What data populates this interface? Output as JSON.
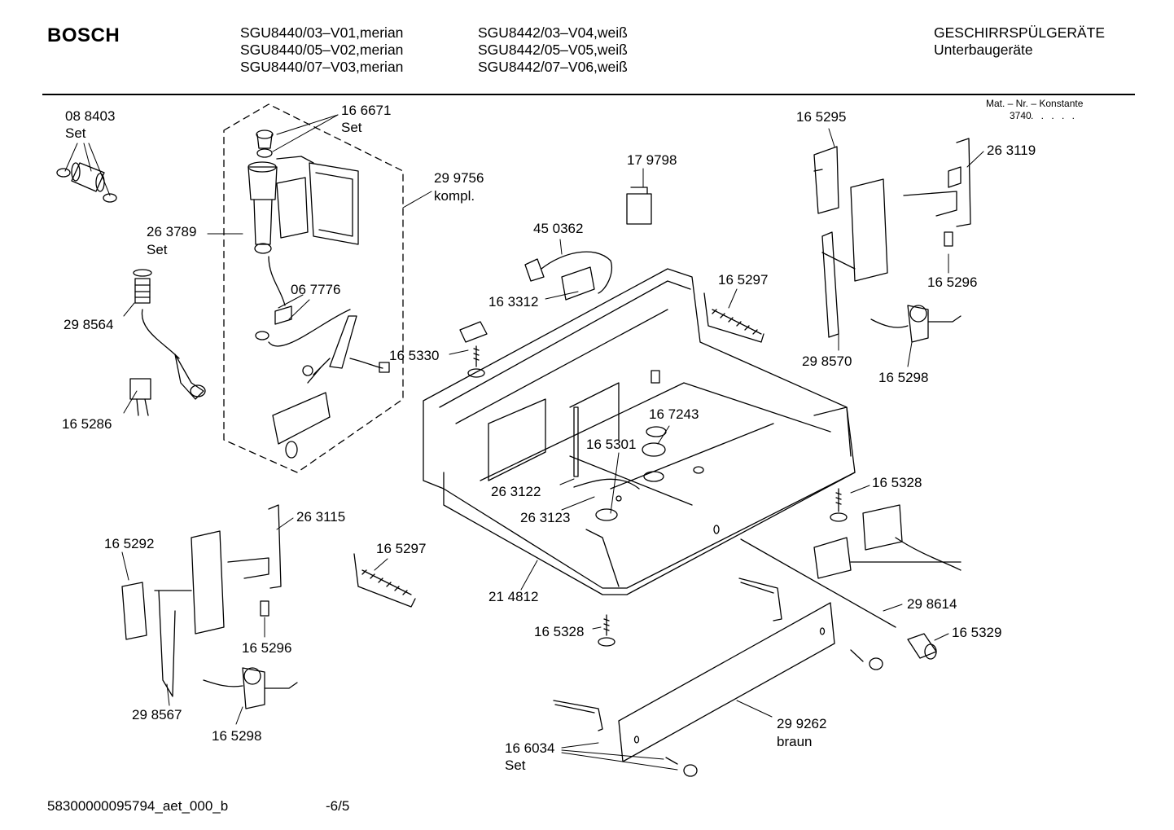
{
  "header": {
    "brand": "BOSCH",
    "models_left": [
      "SGU8440/03–V01,merian",
      "SGU8440/05–V02,merian",
      "SGU8440/07–V03,merian"
    ],
    "models_right": [
      "SGU8442/03–V04,weiß",
      "SGU8442/05–V05,weiß",
      "SGU8442/07–V06,weiß"
    ],
    "category": "GESCHIRRSPÜLGERÄTE",
    "subcategory": "Unterbaugeräte",
    "mat_label": "Mat. – Nr. – Konstante",
    "mat_value": "3740",
    "mat_dots": ". . . . ."
  },
  "labels": {
    "p088403": "08 8403",
    "p088403_set": "Set",
    "p166671": "16 6671",
    "p166671_set": "Set",
    "p299756": "29 9756",
    "p299756_kompl": "kompl.",
    "p263789": "26 3789",
    "p263789_set": "Set",
    "p067776": "06 7776",
    "p298564": "29 8564",
    "p165286": "16 5286",
    "p179798": "17 9798",
    "p450362": "45 0362",
    "p163312": "16 3312",
    "p165330": "16 5330",
    "p165297a": "16 5297",
    "p165295": "16 5295",
    "p263119": "26 3119",
    "p165296a": "16 5296",
    "p298570": "29 8570",
    "p165298a": "16 5298",
    "p167243": "16 7243",
    "p165301": "16 5301",
    "p263122": "26 3122",
    "p263123": "26 3123",
    "p165328a": "16 5328",
    "p263115": "26 3115",
    "p165292": "16 5292",
    "p165297b": "16 5297",
    "p165296b": "16 5296",
    "p298567": "29 8567",
    "p165298b": "16 5298",
    "p214812": "21 4812",
    "p165328b": "16 5328",
    "p298614": "29 8614",
    "p165329": "16 5329",
    "p299262": "29 9262",
    "p299262_color": "braun",
    "p166034": "16 6034",
    "p166034_set": "Set"
  },
  "footer": {
    "doc_id": "58300000095794_aet_000_b",
    "page": "-6/5"
  }
}
